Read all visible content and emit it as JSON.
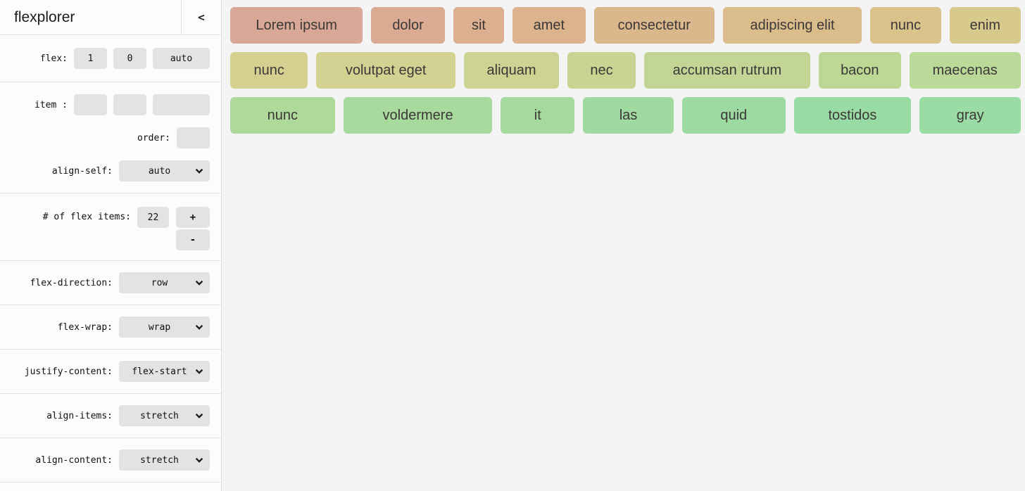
{
  "app": {
    "title": "flexplorer",
    "collapse_icon": "<"
  },
  "sidebar": {
    "flex": {
      "label": "flex:",
      "grow": "1",
      "shrink": "0",
      "basis": "auto"
    },
    "item": {
      "label": "item :",
      "grow": "",
      "shrink": "",
      "basis": ""
    },
    "order": {
      "label": "order:",
      "value": ""
    },
    "align_self": {
      "label": "align-self:",
      "value": "auto"
    },
    "count": {
      "label": "# of flex items:",
      "value": "22",
      "increment": "+",
      "decrement": "-"
    },
    "flex_direction": {
      "label": "flex-direction:",
      "value": "row"
    },
    "flex_wrap": {
      "label": "flex-wrap:",
      "value": "wrap"
    },
    "justify_content": {
      "label": "justify-content:",
      "value": "flex-start"
    },
    "align_items": {
      "label": "align-items:",
      "value": "stretch"
    },
    "align_content": {
      "label": "align-content:",
      "value": "stretch"
    }
  },
  "main": {
    "items": [
      {
        "label": "Lorem ipsum",
        "color": "#d9a795"
      },
      {
        "label": "dolor",
        "color": "#daab92"
      },
      {
        "label": "sit",
        "color": "#dbaf8f"
      },
      {
        "label": "amet",
        "color": "#dbb38d"
      },
      {
        "label": "consectetur",
        "color": "#dbb88c"
      },
      {
        "label": "adipiscing elit",
        "color": "#dabd8b"
      },
      {
        "label": "nunc",
        "color": "#d9c38b"
      },
      {
        "label": "enim",
        "color": "#d8c98c"
      },
      {
        "label": "nunc",
        "color": "#d5cf90"
      },
      {
        "label": "volutpat eget",
        "color": "#d3d292"
      },
      {
        "label": "aliquam",
        "color": "#cdd392"
      },
      {
        "label": "nec",
        "color": "#c8d492"
      },
      {
        "label": "accumsan rutrum",
        "color": "#c2d594"
      },
      {
        "label": "bacon",
        "color": "#bdd795"
      },
      {
        "label": "maecenas",
        "color": "#bbd999"
      },
      {
        "label": "nunc",
        "color": "#aed99b"
      },
      {
        "label": "voldermere",
        "color": "#a9da9d"
      },
      {
        "label": "it",
        "color": "#a4da9e"
      },
      {
        "label": "las",
        "color": "#a0daa0"
      },
      {
        "label": "quid",
        "color": "#9cdaa2"
      },
      {
        "label": "tostidos",
        "color": "#99dba4"
      },
      {
        "label": "gray",
        "color": "#9bdca6"
      }
    ]
  },
  "colors": {
    "sidebar_bg": "#fcfcfc",
    "main_bg": "#f4f4f4",
    "control_bg": "#e3e3e3",
    "item_text": "#3b3837"
  }
}
